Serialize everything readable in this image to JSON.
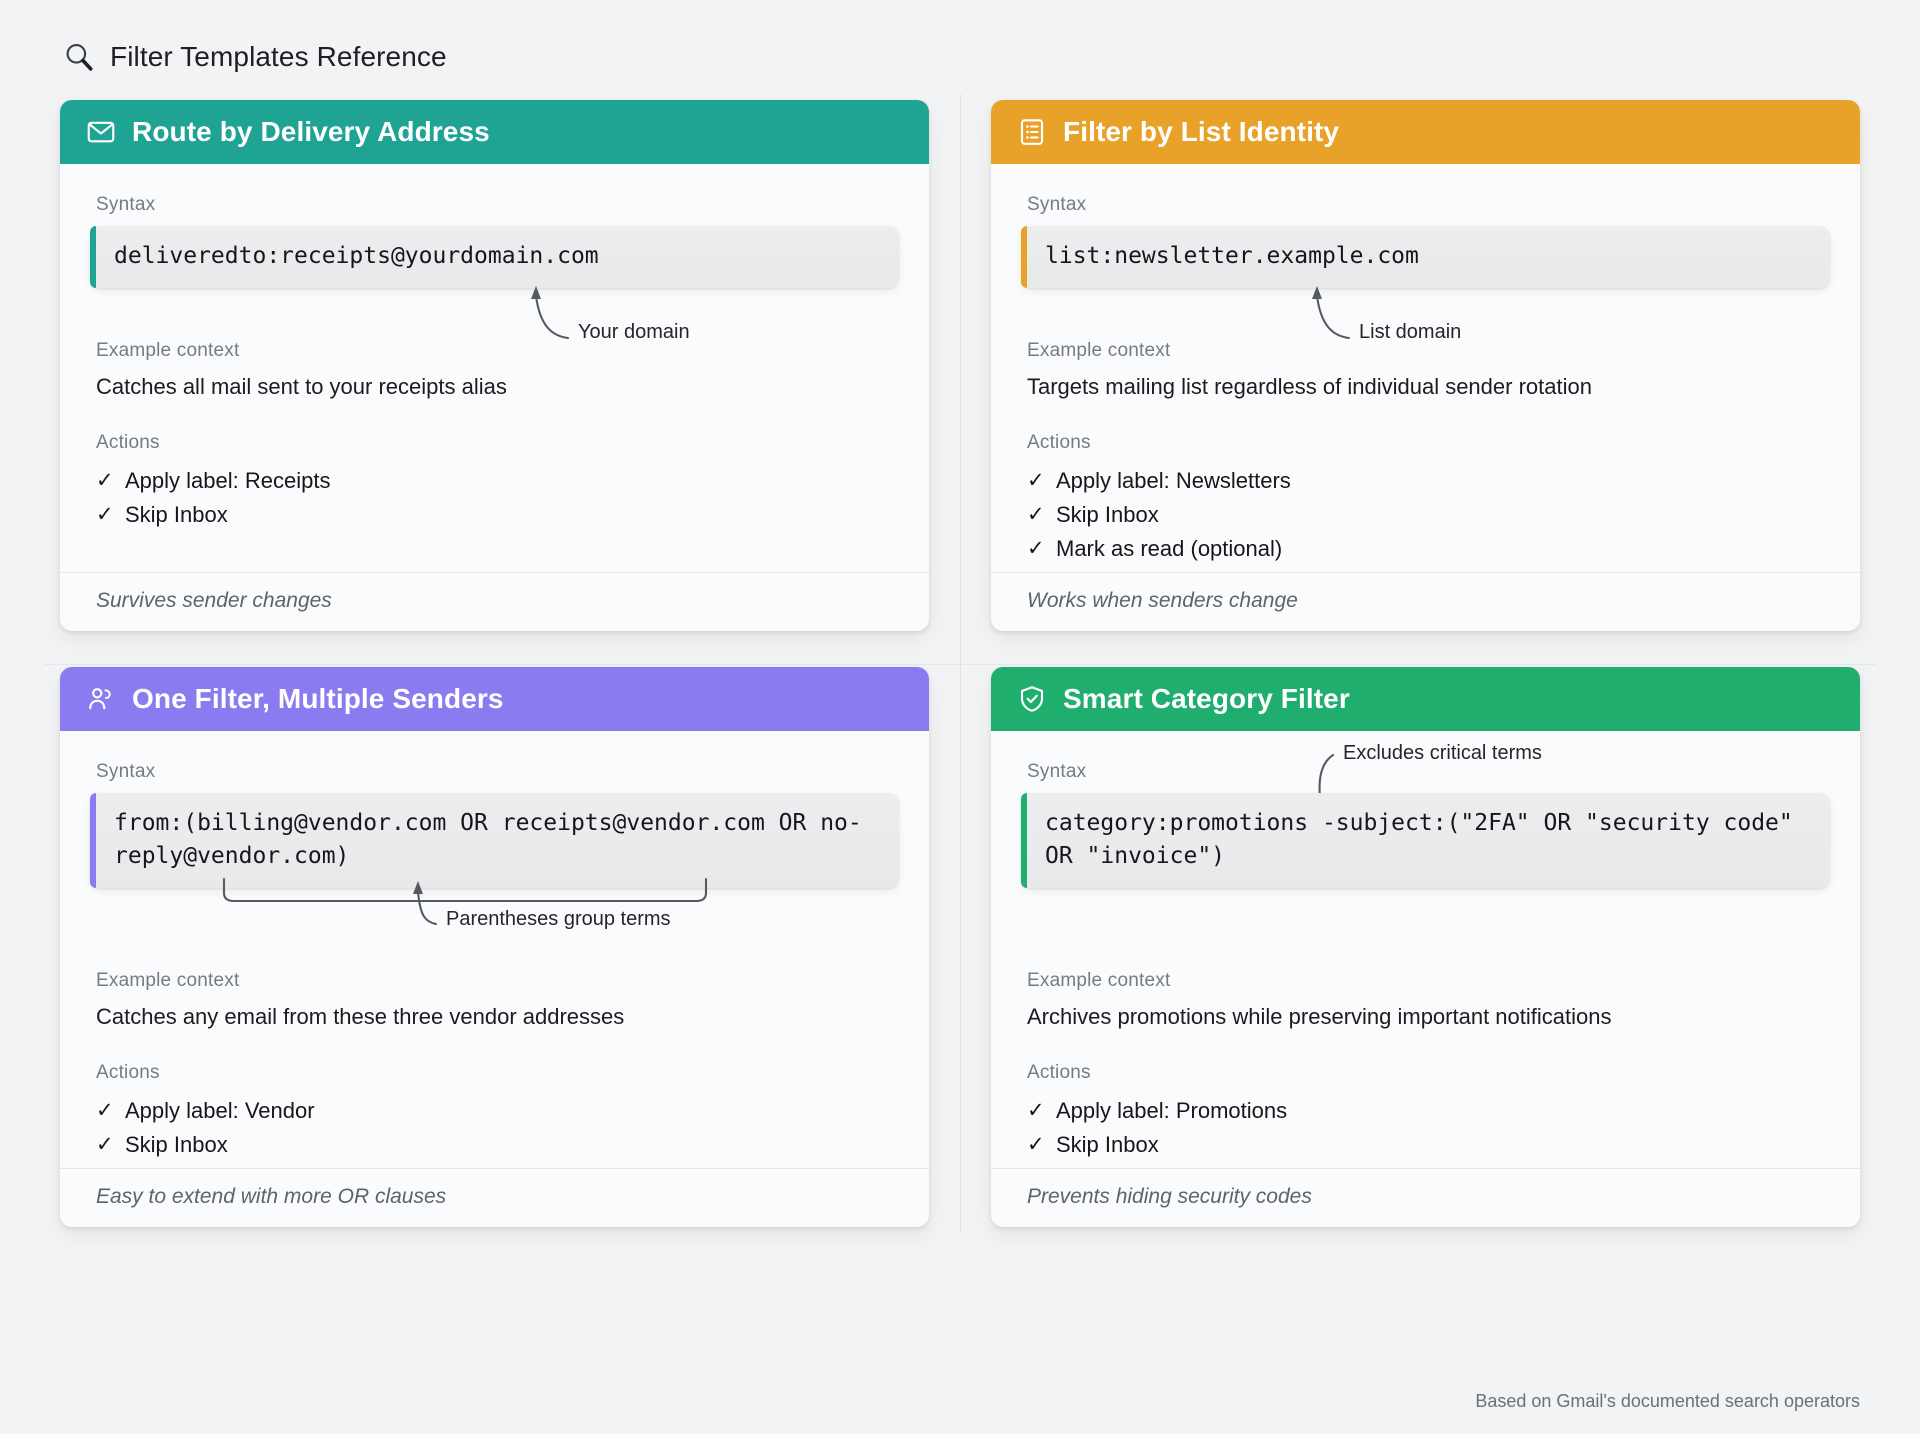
{
  "header": {
    "icon": "search-icon",
    "title": "Filter Templates Reference"
  },
  "labels": {
    "syntax": "Syntax",
    "example_context": "Example context",
    "actions": "Actions",
    "check": "✓"
  },
  "footnote": "Based on Gmail's documented search operators",
  "cards": [
    {
      "title": "Route by Delivery Address",
      "icon": "envelope-icon",
      "accent": "#1fa393",
      "syntax": "deliveredto:receipts@yourdomain.com",
      "annotation": "Your domain",
      "context": "Catches all mail sent to your receipts alias",
      "actions": [
        "Apply label: Receipts",
        "Skip Inbox"
      ],
      "footer": "Survives sender changes"
    },
    {
      "title": "Filter by List Identity",
      "icon": "list-document-icon",
      "accent": "#e8a22a",
      "syntax": "list:newsletter.example.com",
      "annotation": "List domain",
      "context": "Targets mailing list regardless of individual sender rotation",
      "actions": [
        "Apply label: Newsletters",
        "Skip Inbox",
        "Mark as read (optional)"
      ],
      "footer": "Works when senders change"
    },
    {
      "title": "One Filter, Multiple Senders",
      "icon": "users-icon",
      "accent": "#8b7bf0",
      "syntax": "from:(billing@vendor.com OR receipts@vendor.com OR no-reply@vendor.com)",
      "annotation": "Parentheses group terms",
      "context": "Catches any email from these three vendor addresses",
      "actions": [
        "Apply label: Vendor",
        "Skip Inbox"
      ],
      "footer": "Easy to extend with more OR clauses"
    },
    {
      "title": "Smart Category Filter",
      "icon": "shield-check-icon",
      "accent": "#1fae6e",
      "syntax": "category:promotions -subject:(\"2FA\" OR \"security code\" OR \"invoice\")",
      "annotation": "Excludes critical terms",
      "context": "Archives promotions while preserving important notifications",
      "actions": [
        "Apply label: Promotions",
        "Skip Inbox"
      ],
      "footer": "Prevents hiding security codes"
    }
  ]
}
